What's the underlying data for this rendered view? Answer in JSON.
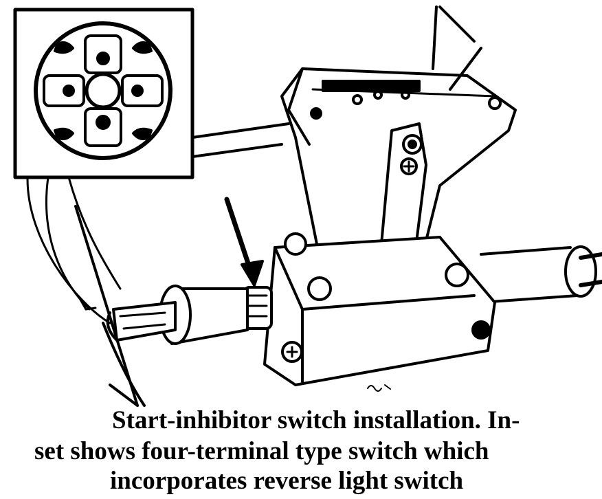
{
  "caption": {
    "line1": "Start-inhibitor switch installation. In-",
    "line2": "set shows four-terminal type switch which",
    "line3": "incorporates reverse light switch"
  },
  "colors": {
    "ink": "#000000",
    "paper": "#ffffff"
  }
}
